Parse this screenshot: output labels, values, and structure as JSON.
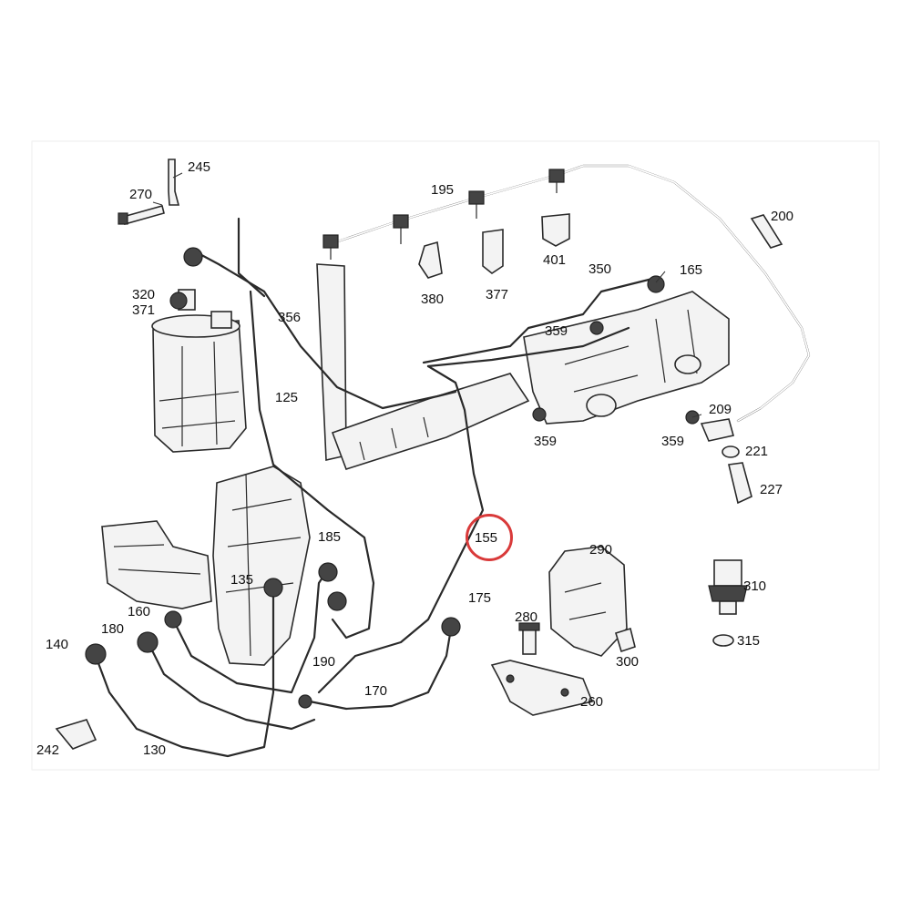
{
  "diagram": {
    "highlight_color": "#d93a3a",
    "highlighted_part": "155",
    "callouts": [
      {
        "id": "245",
        "label": "245"
      },
      {
        "id": "270",
        "label": "270"
      },
      {
        "id": "195",
        "label": "195"
      },
      {
        "id": "200",
        "label": "200"
      },
      {
        "id": "320",
        "label": "320"
      },
      {
        "id": "371",
        "label": "371"
      },
      {
        "id": "356",
        "label": "356"
      },
      {
        "id": "380",
        "label": "380"
      },
      {
        "id": "377",
        "label": "377"
      },
      {
        "id": "401",
        "label": "401"
      },
      {
        "id": "350",
        "label": "350"
      },
      {
        "id": "165",
        "label": "165"
      },
      {
        "id": "359a",
        "label": "359"
      },
      {
        "id": "125",
        "label": "125"
      },
      {
        "id": "359b",
        "label": "359"
      },
      {
        "id": "359c",
        "label": "359"
      },
      {
        "id": "209",
        "label": "209"
      },
      {
        "id": "221",
        "label": "221"
      },
      {
        "id": "227",
        "label": "227"
      },
      {
        "id": "155",
        "label": "155"
      },
      {
        "id": "290",
        "label": "290"
      },
      {
        "id": "185",
        "label": "185"
      },
      {
        "id": "135",
        "label": "135"
      },
      {
        "id": "310",
        "label": "310"
      },
      {
        "id": "175",
        "label": "175"
      },
      {
        "id": "160",
        "label": "160"
      },
      {
        "id": "280",
        "label": "280"
      },
      {
        "id": "315",
        "label": "315"
      },
      {
        "id": "140",
        "label": "140"
      },
      {
        "id": "180",
        "label": "180"
      },
      {
        "id": "190",
        "label": "190"
      },
      {
        "id": "300",
        "label": "300"
      },
      {
        "id": "170",
        "label": "170"
      },
      {
        "id": "260",
        "label": "260"
      },
      {
        "id": "242",
        "label": "242"
      },
      {
        "id": "130",
        "label": "130"
      }
    ]
  }
}
